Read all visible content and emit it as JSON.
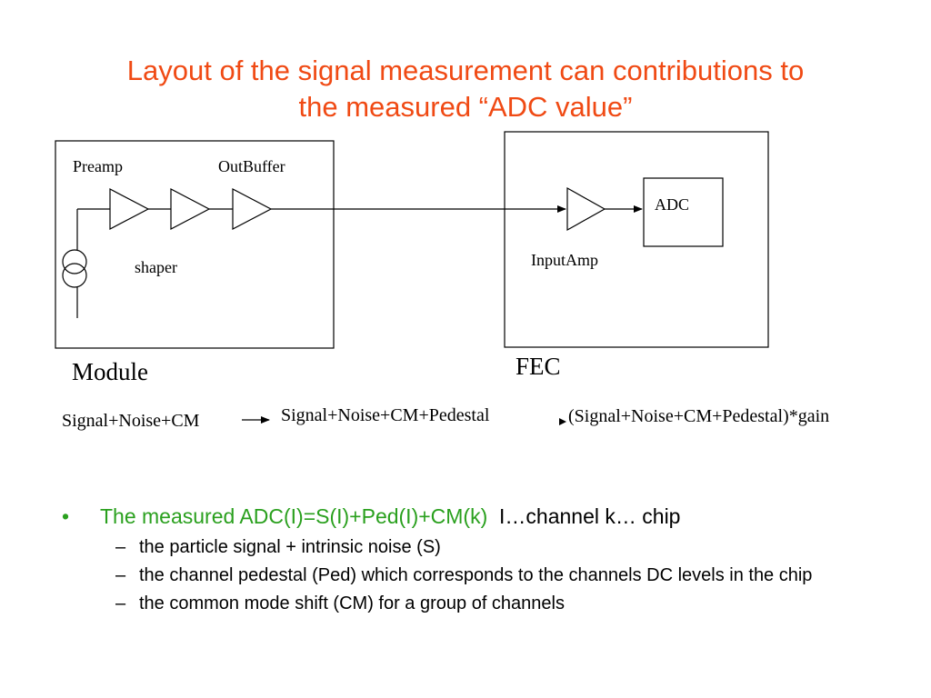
{
  "title": {
    "line1": "Layout of the signal measurement can contributions to",
    "line2": "the measured “ADC value”"
  },
  "diagram": {
    "labels": {
      "preamp": "Preamp",
      "outbuffer": "OutBuffer",
      "shaper": "shaper",
      "adc": "ADC",
      "inputamp": "InputAmp",
      "module": "Module",
      "fec": "FEC"
    },
    "flow": {
      "stage1": "Signal+Noise+CM",
      "stage2": "Signal+Noise+CM+Pedestal",
      "stage3": "(Signal+Noise+CM+Pedestal)*gain"
    }
  },
  "bullets": {
    "main_marker": "•",
    "main_green": "The measured ADC(I)=S(I)+Ped(I)+CM(k)",
    "main_rest": "I…channel k… chip",
    "sub_marker": "–",
    "sub": [
      "the particle signal + intrinsic noise (S)",
      "the channel pedestal (Ped) which corresponds to the channels DC levels in the chip",
      "the common mode shift (CM) for a group of channels"
    ]
  },
  "colors": {
    "title": "#f04a14",
    "highlight": "#2aa01e",
    "text": "#000000"
  }
}
